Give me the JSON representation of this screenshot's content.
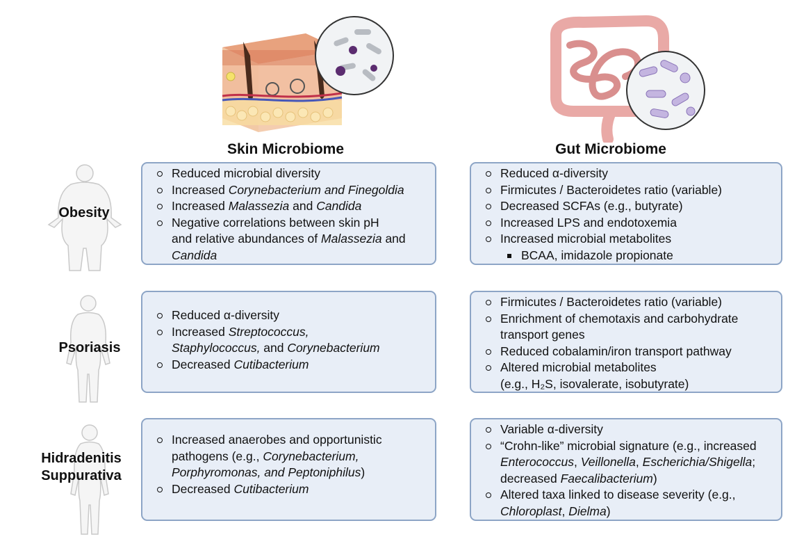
{
  "columns": {
    "skin": "Skin Microbiome",
    "gut": "Gut Microbiome"
  },
  "rows": [
    {
      "label_lines": [
        "Obesity"
      ],
      "skin": [
        {
          "parts": [
            {
              "t": "Reduced microbial diversity"
            }
          ]
        },
        {
          "parts": [
            {
              "t": "Increased "
            },
            {
              "t": "Corynebacterium and Finegoldia",
              "i": true
            }
          ]
        },
        {
          "parts": [
            {
              "t": "Increased "
            },
            {
              "t": "Malassezia",
              "i": true
            },
            {
              "t": " and "
            },
            {
              "t": "Candida",
              "i": true
            }
          ]
        },
        {
          "parts": [
            {
              "t": "Negative correlations between skin pH"
            }
          ]
        },
        {
          "cont": true,
          "parts": [
            {
              "t": "and relative abundances of "
            },
            {
              "t": "Malassezia",
              "i": true
            },
            {
              "t": " and"
            }
          ]
        },
        {
          "cont": true,
          "parts": [
            {
              "t": "Candida",
              "i": true
            }
          ]
        }
      ],
      "gut": [
        {
          "parts": [
            {
              "t": "Reduced α-diversity"
            }
          ]
        },
        {
          "parts": [
            {
              "t": "Firmicutes / Bacteroidetes ratio (variable)"
            }
          ]
        },
        {
          "parts": [
            {
              "t": "Decreased SCFAs (e.g., butyrate)"
            }
          ]
        },
        {
          "parts": [
            {
              "t": "Increased LPS and endotoxemia"
            }
          ]
        },
        {
          "parts": [
            {
              "t": "Increased microbial metabolites"
            }
          ]
        },
        {
          "sub": true,
          "parts": [
            {
              "t": "BCAA, imidazole propionate"
            }
          ]
        }
      ]
    },
    {
      "label_lines": [
        "Psoriasis"
      ],
      "skin": [
        {
          "parts": [
            {
              "t": "Reduced α-diversity"
            }
          ]
        },
        {
          "parts": [
            {
              "t": "Increased "
            },
            {
              "t": "Streptococcus,",
              "i": true
            }
          ]
        },
        {
          "cont": true,
          "parts": [
            {
              "t": "Staphylococcus,",
              "i": true
            },
            {
              "t": " and "
            },
            {
              "t": "Corynebacterium",
              "i": true
            }
          ]
        },
        {
          "parts": [
            {
              "t": "Decreased "
            },
            {
              "t": "Cutibacterium",
              "i": true
            }
          ]
        }
      ],
      "gut": [
        {
          "parts": [
            {
              "t": "Firmicutes / Bacteroidetes ratio (variable)"
            }
          ]
        },
        {
          "parts": [
            {
              "t": "Enrichment of chemotaxis and carbohydrate"
            }
          ]
        },
        {
          "cont": true,
          "parts": [
            {
              "t": "transport genes"
            }
          ]
        },
        {
          "parts": [
            {
              "t": "Reduced cobalamin/iron transport pathway"
            }
          ]
        },
        {
          "parts": [
            {
              "t": "Altered microbial metabolites"
            }
          ]
        },
        {
          "cont": true,
          "parts": [
            {
              "t": "(e.g., H₂S, isovalerate, isobutyrate)"
            }
          ]
        }
      ]
    },
    {
      "label_lines": [
        "Hidradenitis",
        "Suppurativa"
      ],
      "skin": [
        {
          "parts": [
            {
              "t": "Increased anaerobes and opportunistic"
            }
          ]
        },
        {
          "cont": true,
          "parts": [
            {
              "t": "pathogens (e.g., "
            },
            {
              "t": "Corynebacterium,",
              "i": true
            }
          ]
        },
        {
          "cont": true,
          "parts": [
            {
              "t": "Porphyromonas, and Peptoniphilus",
              "i": true
            },
            {
              "t": ")"
            }
          ]
        },
        {
          "parts": [
            {
              "t": "Decreased "
            },
            {
              "t": "Cutibacterium",
              "i": true
            }
          ]
        }
      ],
      "gut": [
        {
          "parts": [
            {
              "t": "Variable α-diversity"
            }
          ]
        },
        {
          "parts": [
            {
              "t": "“Crohn-like” microbial signature (e.g., increased"
            }
          ]
        },
        {
          "cont": true,
          "parts": [
            {
              "t": "Enterococcus",
              "i": true
            },
            {
              "t": ", "
            },
            {
              "t": "Veillonella",
              "i": true
            },
            {
              "t": ", "
            },
            {
              "t": "Escherichia/Shigella",
              "i": true
            },
            {
              "t": ";"
            }
          ]
        },
        {
          "cont": true,
          "parts": [
            {
              "t": "decreased "
            },
            {
              "t": "Faecalibacterium",
              "i": true
            },
            {
              "t": ")"
            }
          ]
        },
        {
          "parts": [
            {
              "t": "Altered taxa linked to disease severity (e.g.,"
            }
          ]
        },
        {
          "cont": true,
          "parts": [
            {
              "t": "Chloroplast",
              "i": true
            },
            {
              "t": ", "
            },
            {
              "t": "Dielma",
              "i": true
            },
            {
              "t": ")"
            }
          ]
        }
      ]
    }
  ],
  "colors": {
    "box_fill": "#e8eef7",
    "box_border": "#8da5c6"
  }
}
